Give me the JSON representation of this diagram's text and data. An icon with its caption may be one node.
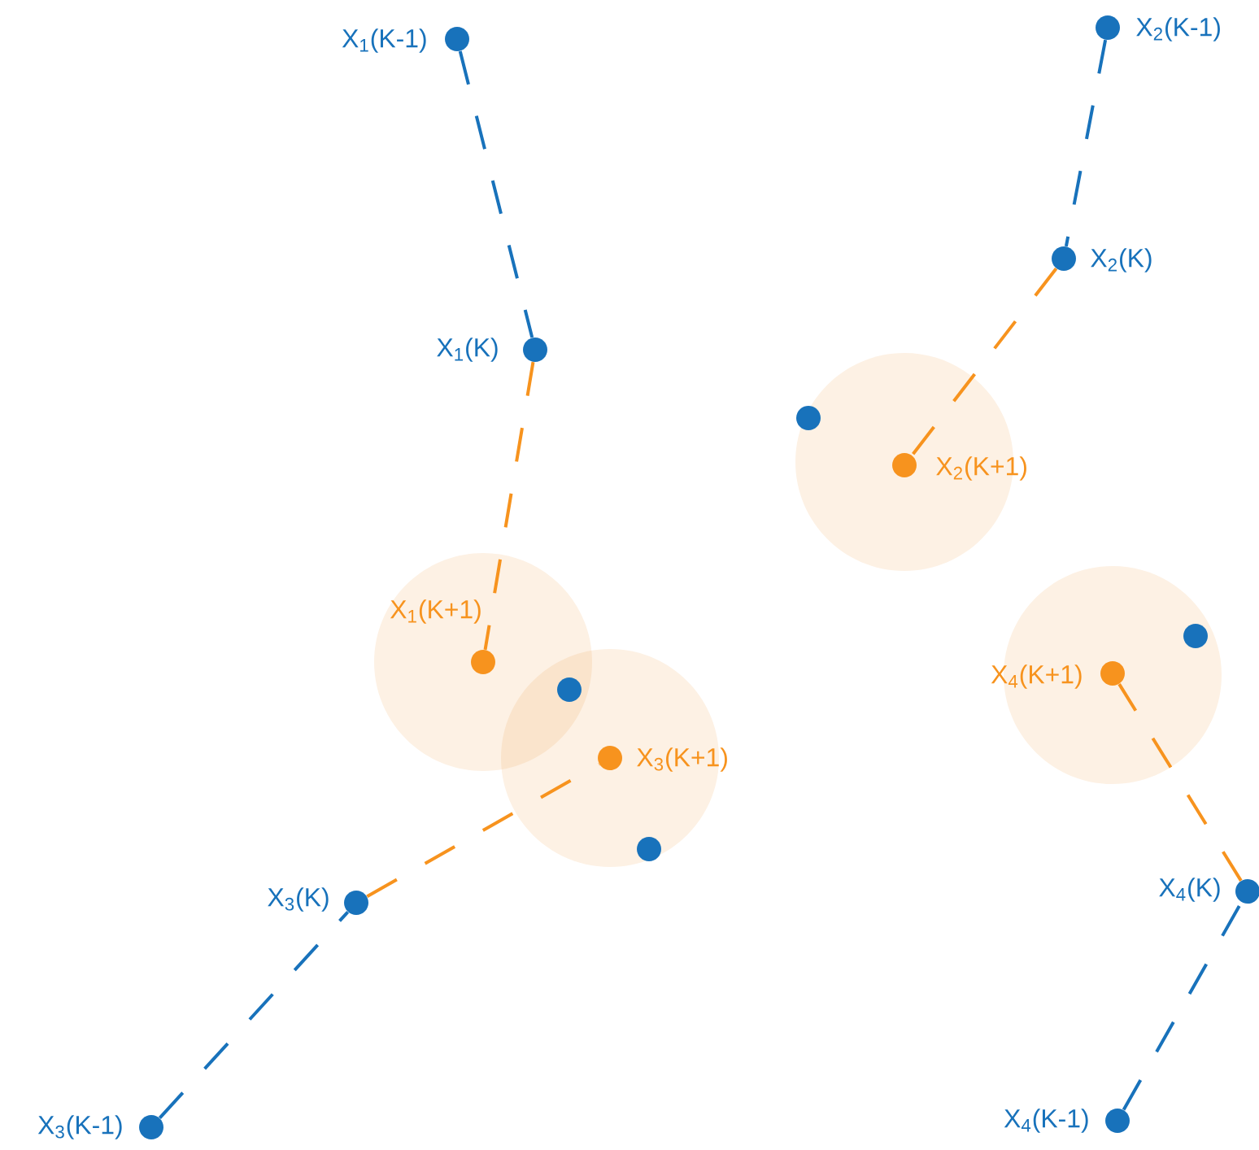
{
  "diagram": {
    "nodes": [
      {
        "text": [],
        "shape": "circle",
        "beside": [
          "X$_{1}$(K-1)"
        ]
      },
      {
        "text": [],
        "shape": "circle",
        "beside": [
          "X$_{1}$(K)"
        ]
      },
      {
        "text": [],
        "shape": "circle",
        "beside": [
          "X$_{1}$(K+1)"
        ]
      },
      {
        "text": [],
        "shape": "circle",
        "beside": [
          "X$_{2}$(K-1)"
        ]
      },
      {
        "text": [],
        "shape": "circle",
        "beside": [
          "X$_{2}$(K)"
        ]
      },
      {
        "text": [],
        "shape": "circle",
        "beside": [
          "X$_{2}$(K+1)"
        ]
      },
      {
        "text": [],
        "shape": "circle",
        "beside": [
          "X$_{3}$(K-1)"
        ]
      },
      {
        "text": [],
        "shape": "circle",
        "beside": [
          "X$_{3}$(K)"
        ]
      },
      {
        "text": [],
        "shape": "circle",
        "beside": [
          "X$_{3}$(K+1)"
        ]
      },
      {
        "text": [],
        "shape": "circle",
        "beside": [
          "X$_{4}$(K-1)"
        ]
      },
      {
        "text": [],
        "shape": "circle",
        "beside": [
          "X$_{4}$(K)"
        ]
      },
      {
        "text": [],
        "shape": "circle",
        "beside": [
          "X$_{4}$(K+1)"
        ]
      },
      {
        "text": [],
        "shape": "circle"
      },
      {
        "text": [],
        "shape": "circle"
      },
      {
        "text": [],
        "shape": "circle"
      },
      {
        "text": [],
        "shape": "circle"
      }
    ],
    "edges": [
      {
        "from": 0,
        "to": 1,
        "arrow": "none",
        "style": "dashed"
      },
      {
        "from": 1,
        "to": 2,
        "arrow": "none",
        "style": "dashed",
        "color": "#f7931e"
      },
      {
        "from": 3,
        "to": 4,
        "arrow": "none",
        "style": "dashed"
      },
      {
        "from": 4,
        "to": 5,
        "arrow": "none",
        "style": "dashed",
        "color": "#f7931e"
      },
      {
        "from": 6,
        "to": 7,
        "arrow": "none",
        "style": "dashed"
      },
      {
        "from": 7,
        "to": 8,
        "arrow": "none",
        "style": "dashed",
        "color": "#f7931e"
      },
      {
        "from": 9,
        "to": 10,
        "arrow": "none",
        "style": "dashed"
      },
      {
        "from": 10,
        "to": 11,
        "arrow": "none",
        "style": "dashed",
        "color": "#f7931e"
      }
    ]
  }
}
